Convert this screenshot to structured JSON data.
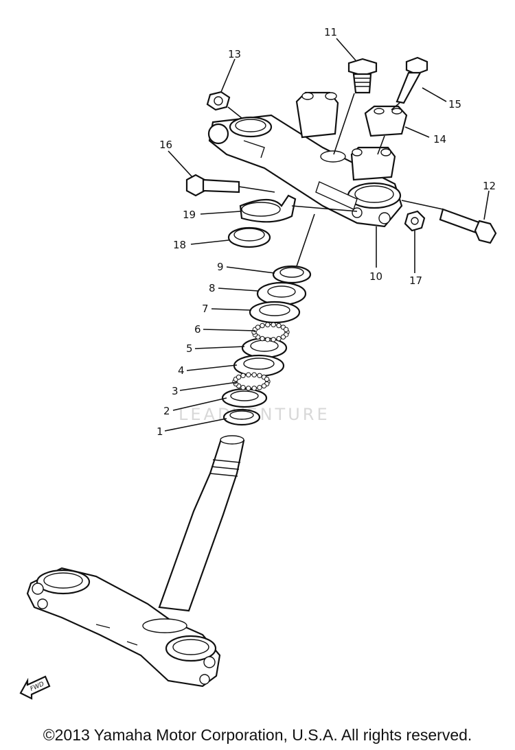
{
  "callouts": [
    {
      "id": "1",
      "label": "1"
    },
    {
      "id": "2",
      "label": "2"
    },
    {
      "id": "3",
      "label": "3"
    },
    {
      "id": "4",
      "label": "4"
    },
    {
      "id": "5",
      "label": "5"
    },
    {
      "id": "6",
      "label": "6"
    },
    {
      "id": "7",
      "label": "7"
    },
    {
      "id": "8",
      "label": "8"
    },
    {
      "id": "9",
      "label": "9"
    },
    {
      "id": "10",
      "label": "10"
    },
    {
      "id": "11",
      "label": "11"
    },
    {
      "id": "12",
      "label": "12"
    },
    {
      "id": "13",
      "label": "13"
    },
    {
      "id": "14",
      "label": "14"
    },
    {
      "id": "15",
      "label": "15"
    },
    {
      "id": "16",
      "label": "16"
    },
    {
      "id": "17",
      "label": "17"
    },
    {
      "id": "18",
      "label": "18"
    },
    {
      "id": "19",
      "label": "19"
    }
  ],
  "arrow_label": "FWD",
  "watermark": "LEADVENTURE",
  "copyright": "©2013 Yamaha Motor Corporation, U.S.A. All rights reserved."
}
